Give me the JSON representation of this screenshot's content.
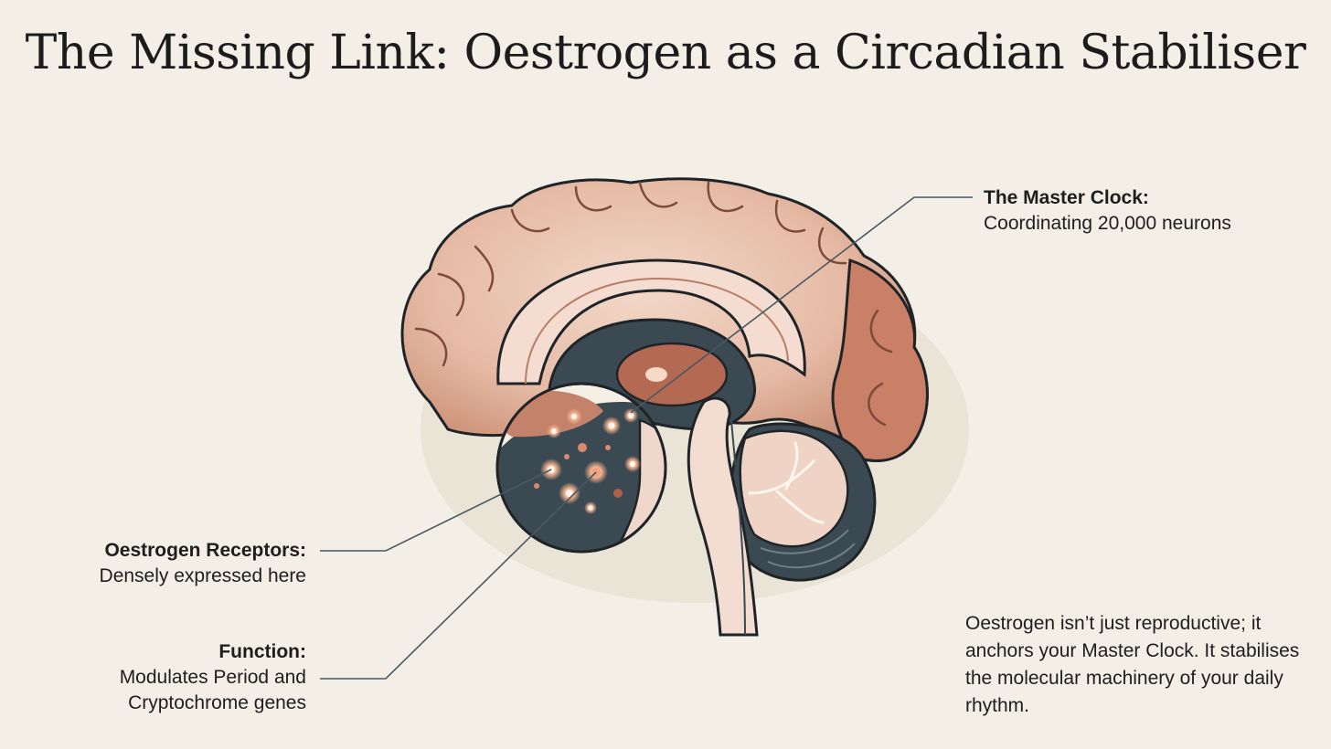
{
  "title": "The Missing Link: Oestrogen as a Circadian Stabiliser",
  "callouts": {
    "master_clock": {
      "heading": "The Master Clock:",
      "body": "Coordinating 20,000 neurons"
    },
    "receptors": {
      "heading": "Oestrogen Receptors:",
      "body": "Densely expressed here"
    },
    "function": {
      "heading": "Function:",
      "body_line1": "Modulates Period and",
      "body_line2": "Cryptochrome genes"
    }
  },
  "summary": "Oestrogen isn’t just reproductive; it anchors your Master Clock. It stabilises the molecular machinery of your daily rhythm.",
  "colors": {
    "background": "#f3efe6",
    "brain_pink": "#ecc9b8",
    "brain_rust": "#c5826a",
    "dark_slate": "#3b4a52",
    "outline": "#1f2428",
    "leader_line": "#4a5861"
  }
}
